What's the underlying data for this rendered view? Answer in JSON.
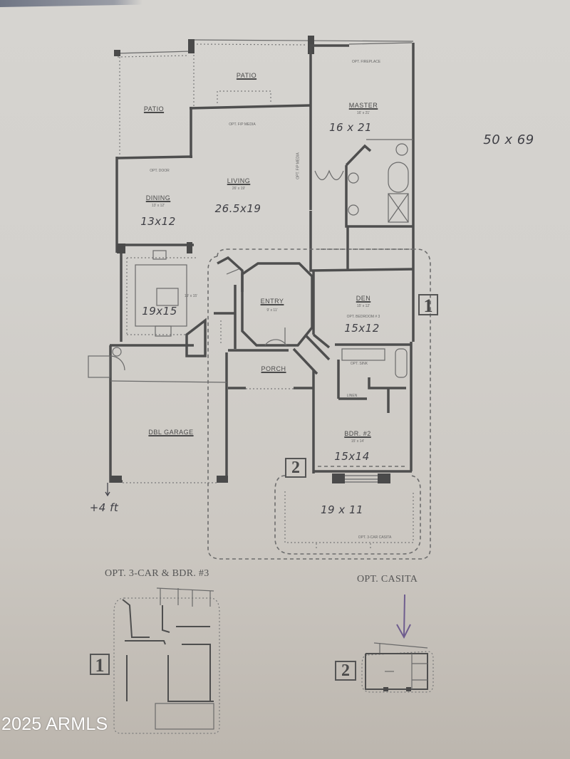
{
  "plan": {
    "rooms": [
      {
        "id": "patio-left",
        "label": "PATIO",
        "size_text": "",
        "dims": ""
      },
      {
        "id": "patio-top",
        "label": "PATIO",
        "size_text": "",
        "dims": ""
      },
      {
        "id": "master",
        "label": "MASTER",
        "size_text": "16' x 21'",
        "dims": "16 x 21"
      },
      {
        "id": "dining",
        "label": "DINING",
        "size_text": "13' x 12'",
        "dims": "13x12"
      },
      {
        "id": "living",
        "label": "LIVING",
        "size_text": "26' x 19'",
        "dims": "26.5x19"
      },
      {
        "id": "kitchen",
        "label": "",
        "size_text": "19' x 15'",
        "dims": "19x15"
      },
      {
        "id": "entry",
        "label": "ENTRY",
        "size_text": "9' x 11'",
        "dims": ""
      },
      {
        "id": "den",
        "label": "DEN",
        "size_text": "15' x 12'",
        "dims": "15x12"
      },
      {
        "id": "porch",
        "label": "PORCH",
        "size_text": "",
        "dims": ""
      },
      {
        "id": "garage",
        "label": "DBL GARAGE",
        "size_text": "",
        "dims": ""
      },
      {
        "id": "bdr2",
        "label": "BDR. #2",
        "size_text": "15' x 14'",
        "dims": "15x14"
      },
      {
        "id": "casita",
        "label": "",
        "size_text": "",
        "dims": "19 x 11"
      }
    ],
    "notes": {
      "opt_fireplace": "OPT. FIREPLACE",
      "opt_fp_media": "OPT. F/P MEDIA",
      "opt_media_side": "OPT. F/P MEDIA",
      "opt_door": "OPT. DOOR",
      "opt_bedroom3": "OPT. BEDROOM # 3",
      "opt_sink": "OPT. SINK",
      "linen": "LINEN",
      "opt_casita": "OPT. 3-CAR CASITA"
    },
    "overall_dims": "50 x 69",
    "garage_note": "+4 ft",
    "option_markers": [
      "1",
      "2"
    ]
  },
  "options": {
    "opt1_title": "OPT. 3-CAR & BDR. #3",
    "opt1_marker": "1",
    "opt2_title": "OPT. CASITA",
    "opt2_marker": "2"
  },
  "watermark": "2025 ARMLS"
}
